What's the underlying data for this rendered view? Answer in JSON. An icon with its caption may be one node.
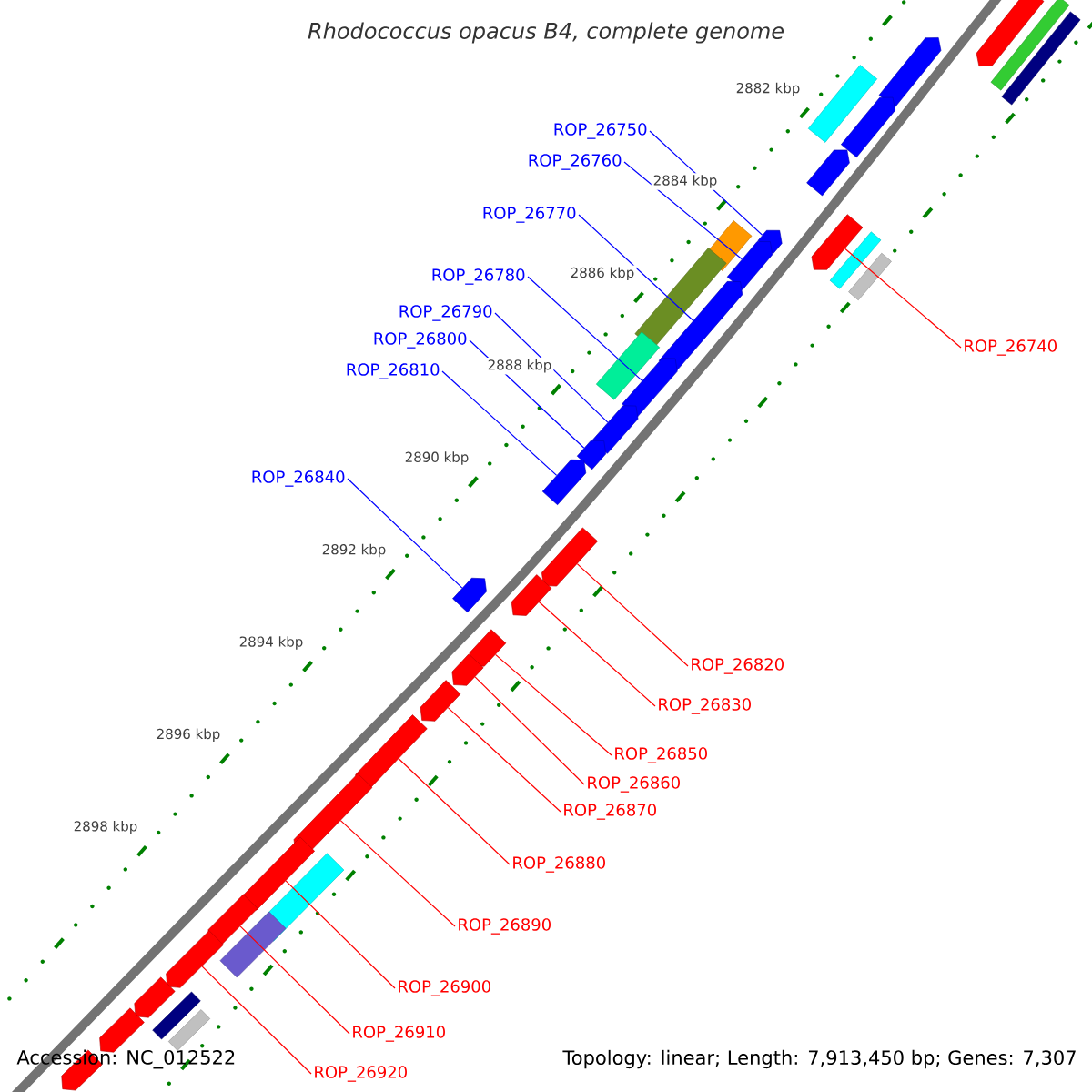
{
  "diagram": {
    "title": "Rhodococcus opacus B4, complete genome",
    "nodes": [
      {
        "text": [
          "ROP_26750"
        ]
      },
      {
        "text": [
          "ROP_26760"
        ]
      },
      {
        "text": [
          "ROP_26770"
        ]
      },
      {
        "text": [
          "ROP_26780"
        ]
      },
      {
        "text": [
          "ROP_26790"
        ]
      },
      {
        "text": [
          "ROP_26800"
        ]
      },
      {
        "text": [
          "ROP_26810"
        ]
      },
      {
        "text": [
          "ROP_26840"
        ]
      },
      {
        "text": [
          "ROP_26740"
        ]
      },
      {
        "text": [
          "ROP_26820"
        ]
      },
      {
        "text": [
          "ROP_26830"
        ]
      },
      {
        "text": [
          "ROP_26850"
        ]
      },
      {
        "text": [
          "ROP_26860"
        ]
      },
      {
        "text": [
          "ROP_26870"
        ]
      },
      {
        "text": [
          "ROP_26880"
        ]
      },
      {
        "text": [
          "ROP_26890"
        ]
      },
      {
        "text": [
          "ROP_26900"
        ]
      },
      {
        "text": [
          "ROP_26910"
        ]
      },
      {
        "text": [
          "ROP_26920"
        ]
      },
      {
        "text": [],
        "shape": "arrow"
      },
      {
        "text": [],
        "shape": "arrow"
      },
      {
        "text": [],
        "shape": "arrow"
      },
      {
        "text": [],
        "shape": "arrow"
      },
      {
        "text": [],
        "shape": "arrow"
      },
      {
        "text": [],
        "shape": "arrow"
      },
      {
        "text": [],
        "shape": "arrow"
      },
      {
        "text": [],
        "shape": "arrow"
      },
      {
        "text": [],
        "shape": "arrow"
      },
      {
        "text": [],
        "shape": "arrow"
      },
      {
        "text": [],
        "shape": "arrow"
      },
      {
        "text": [],
        "shape": "arrow"
      },
      {
        "text": [],
        "shape": "arrow"
      },
      {
        "text": [],
        "shape": "arrow"
      },
      {
        "text": [],
        "shape": "arrow"
      },
      {
        "text": [],
        "shape": "arrow"
      },
      {
        "text": [],
        "shape": "arrow"
      },
      {
        "text": [],
        "shape": "arrow"
      },
      {
        "text": [],
        "shape": "arrow"
      },
      {
        "text": [],
        "shape": "arrow"
      },
      {
        "text": [],
        "shape": "arrow"
      },
      {
        "text": [],
        "shape": "arrow"
      },
      {
        "text": [],
        "shape": "arrow"
      },
      {
        "text": [],
        "shape": "arrow"
      },
      {
        "text": [],
        "shape": "arrow"
      },
      {
        "text": [],
        "shape": "arrow"
      }
    ],
    "edges": [
      {
        "from": 0,
        "to": 19,
        "arrow": "none",
        "color": "#0000ff"
      },
      {
        "from": 1,
        "to": 20,
        "arrow": "none",
        "color": "#0000ff"
      },
      {
        "from": 2,
        "to": 21,
        "arrow": "none",
        "color": "#0000ff"
      },
      {
        "from": 3,
        "to": 22,
        "arrow": "none",
        "color": "#0000ff"
      },
      {
        "from": 4,
        "to": 23,
        "arrow": "none",
        "color": "#0000ff"
      },
      {
        "from": 5,
        "to": 24,
        "arrow": "none",
        "color": "#0000ff"
      },
      {
        "from": 6,
        "to": 25,
        "arrow": "none",
        "color": "#0000ff"
      },
      {
        "from": 7,
        "to": 26,
        "arrow": "none",
        "color": "#0000ff"
      },
      {
        "from": 8,
        "to": 27,
        "arrow": "none",
        "color": "#ff0000"
      },
      {
        "from": 9,
        "to": 28,
        "arrow": "none",
        "color": "#ff0000"
      },
      {
        "from": 10,
        "to": 29,
        "arrow": "none",
        "color": "#ff0000"
      },
      {
        "from": 11,
        "to": 30,
        "arrow": "none",
        "color": "#ff0000"
      },
      {
        "from": 12,
        "to": 31,
        "arrow": "none",
        "color": "#ff0000"
      },
      {
        "from": 13,
        "to": 32,
        "arrow": "none",
        "color": "#ff0000"
      },
      {
        "from": 14,
        "to": 33,
        "arrow": "none",
        "color": "#ff0000"
      },
      {
        "from": 15,
        "to": 34,
        "arrow": "none",
        "color": "#ff0000"
      },
      {
        "from": 16,
        "to": 35,
        "arrow": "none",
        "color": "#ff0000"
      },
      {
        "from": 17,
        "to": 36,
        "arrow": "none",
        "color": "#ff0000"
      },
      {
        "from": 18,
        "to": 37,
        "arrow": "none",
        "color": "#ff0000"
      }
    ],
    "labels": [
      "2882 kbp",
      "2884 kbp",
      "2886 kbp",
      "2888 kbp",
      "2890 kbp",
      "2892 kbp",
      "2894 kbp",
      "2896 kbp",
      "2898 kbp",
      "Accession: NC_012522",
      "Topology: linear; Length: 7,913,450 bp; Genes: 7,307"
    ]
  }
}
